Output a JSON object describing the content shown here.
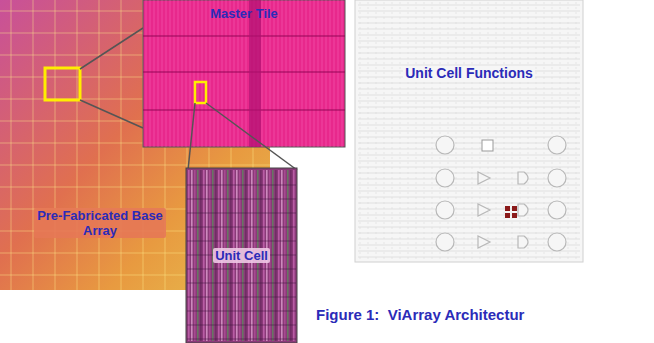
{
  "diagram": {
    "caption": "Figure 1:  ViArray Architectur",
    "nodes": [
      {
        "text": [
          "Pre-Fabricated Base Array"
        ]
      },
      {
        "text": [
          "Master Tile"
        ]
      },
      {
        "text": [
          "Unit Cell"
        ]
      },
      {
        "text": [
          "Unit Cell Functions"
        ]
      }
    ]
  }
}
